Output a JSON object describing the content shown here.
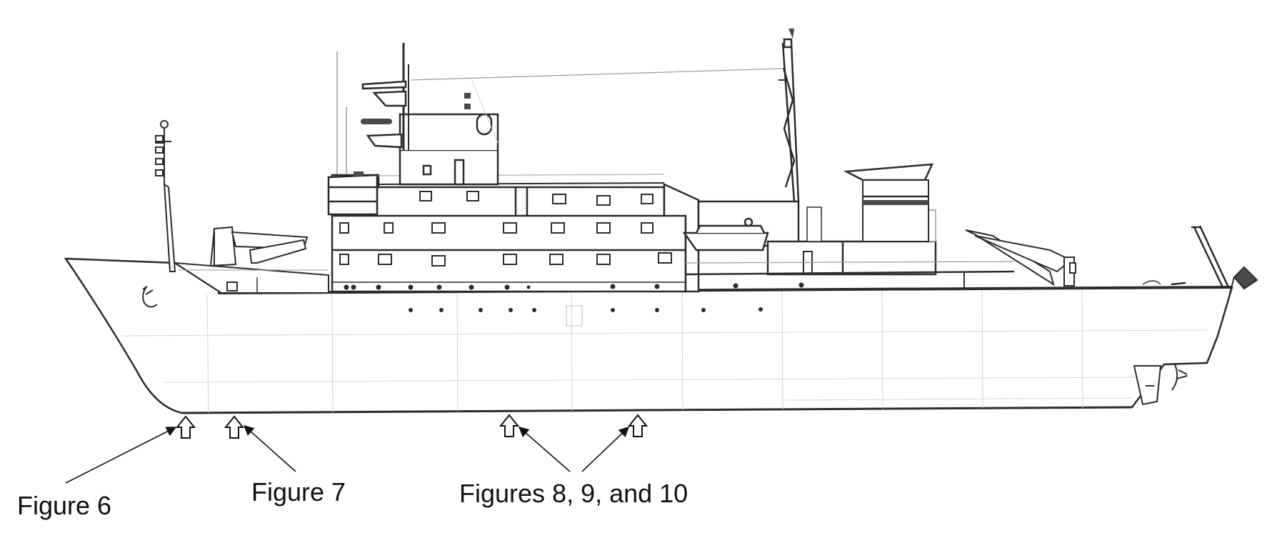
{
  "labels": {
    "fig6": "Figure 6",
    "fig7": "Figure 7",
    "fig8_10": "Figures 8, 9, and 10"
  },
  "colors": {
    "line": "#2b2b2b",
    "thin": "#9a9a9a",
    "faint": "#d4d4d4",
    "fill": "#ffffff",
    "dark_fill": "#4a4a4a"
  },
  "icons": {
    "location_marker": "hollow-up-arrow-icon",
    "callout": "arrow-icon"
  }
}
